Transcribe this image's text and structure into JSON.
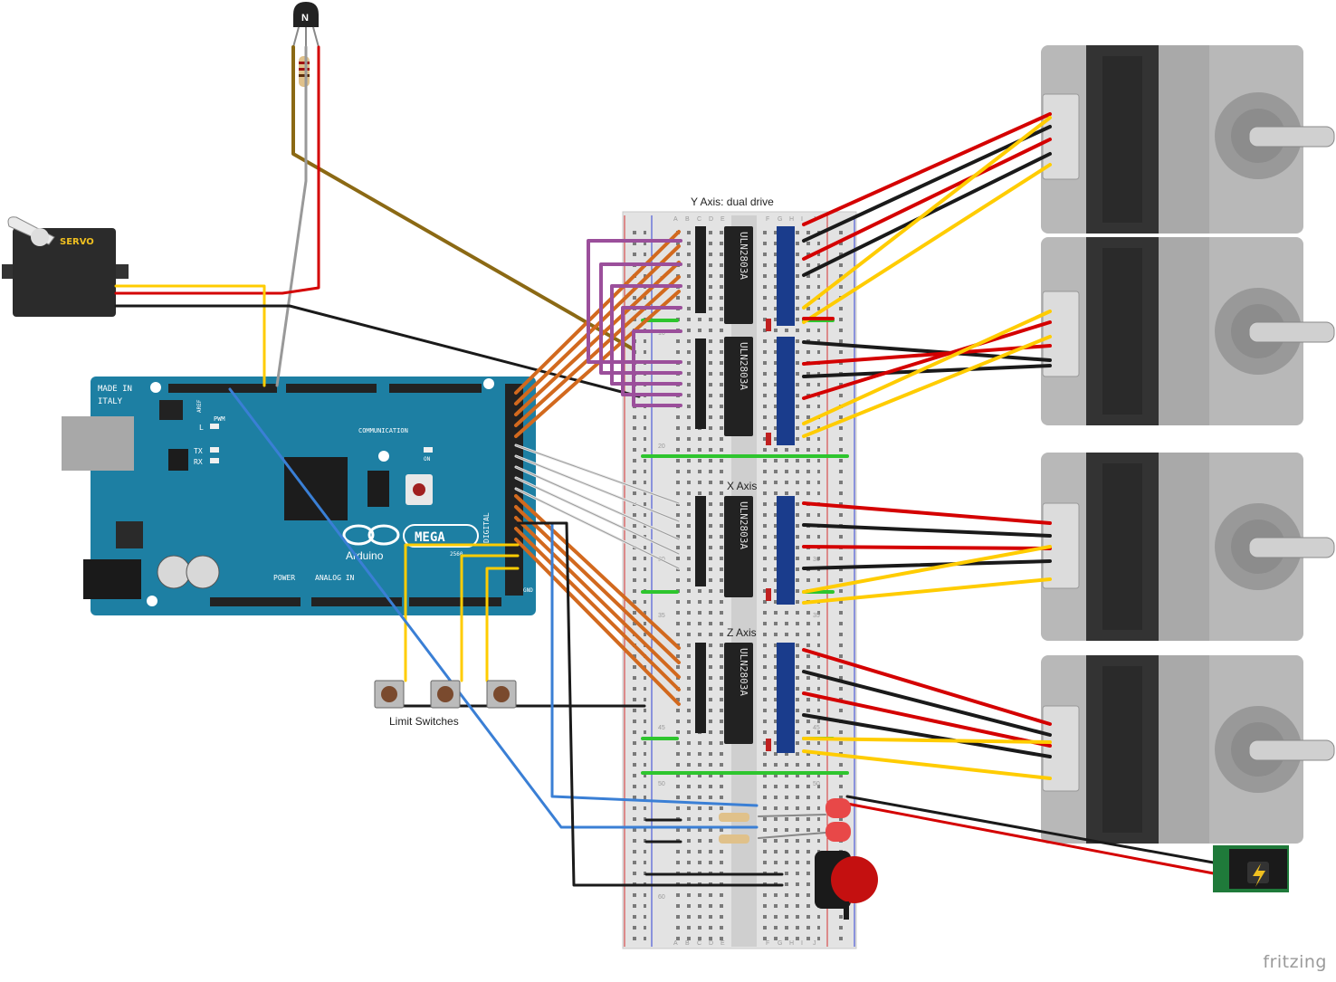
{
  "labels": {
    "y_axis": "Y Axis: dual drive",
    "x_axis": "X Axis",
    "z_axis": "Z Axis",
    "limit_switches": "Limit Switches",
    "watermark": "fritzing"
  },
  "arduino": {
    "made_in": "MADE IN",
    "italy": "ITALY",
    "model": "MEGA",
    "maker": "Arduino",
    "variant": "2560",
    "pwm": "PWM",
    "communication": "COMMUNICATION",
    "power": "POWER",
    "analog_in": "ANALOG IN",
    "digital": "DIGITAL",
    "tx": "TX",
    "rx": "RX",
    "l": "L",
    "on": "ON",
    "aref": "AREF",
    "gnd": "GND"
  },
  "chips": {
    "driver_label": "ULN2803A"
  },
  "servo": {
    "label": "SERVO"
  },
  "transistor": {
    "label": "N"
  },
  "breadboard": {
    "column_letters": [
      "A",
      "B",
      "C",
      "D",
      "E",
      "F",
      "G",
      "H",
      "I",
      "J"
    ],
    "row_numbers": [
      "1",
      "5",
      "10",
      "15",
      "20",
      "25",
      "30",
      "35",
      "40",
      "45",
      "50",
      "55",
      "60"
    ]
  },
  "colors": {
    "arduino_blue": "#1d7fa3",
    "wire_red": "#d40000",
    "wire_black": "#1a1a1a",
    "wire_yellow": "#ffcc00",
    "wire_orange": "#d2691e",
    "wire_purple": "#9b4f9b",
    "wire_blue": "#3a7fd5",
    "wire_green": "#2ec52e",
    "wire_brown": "#8b6914",
    "breadboard": "#e6e6e6",
    "motor_body": "#b3b3b3",
    "motor_dark": "#333333"
  }
}
